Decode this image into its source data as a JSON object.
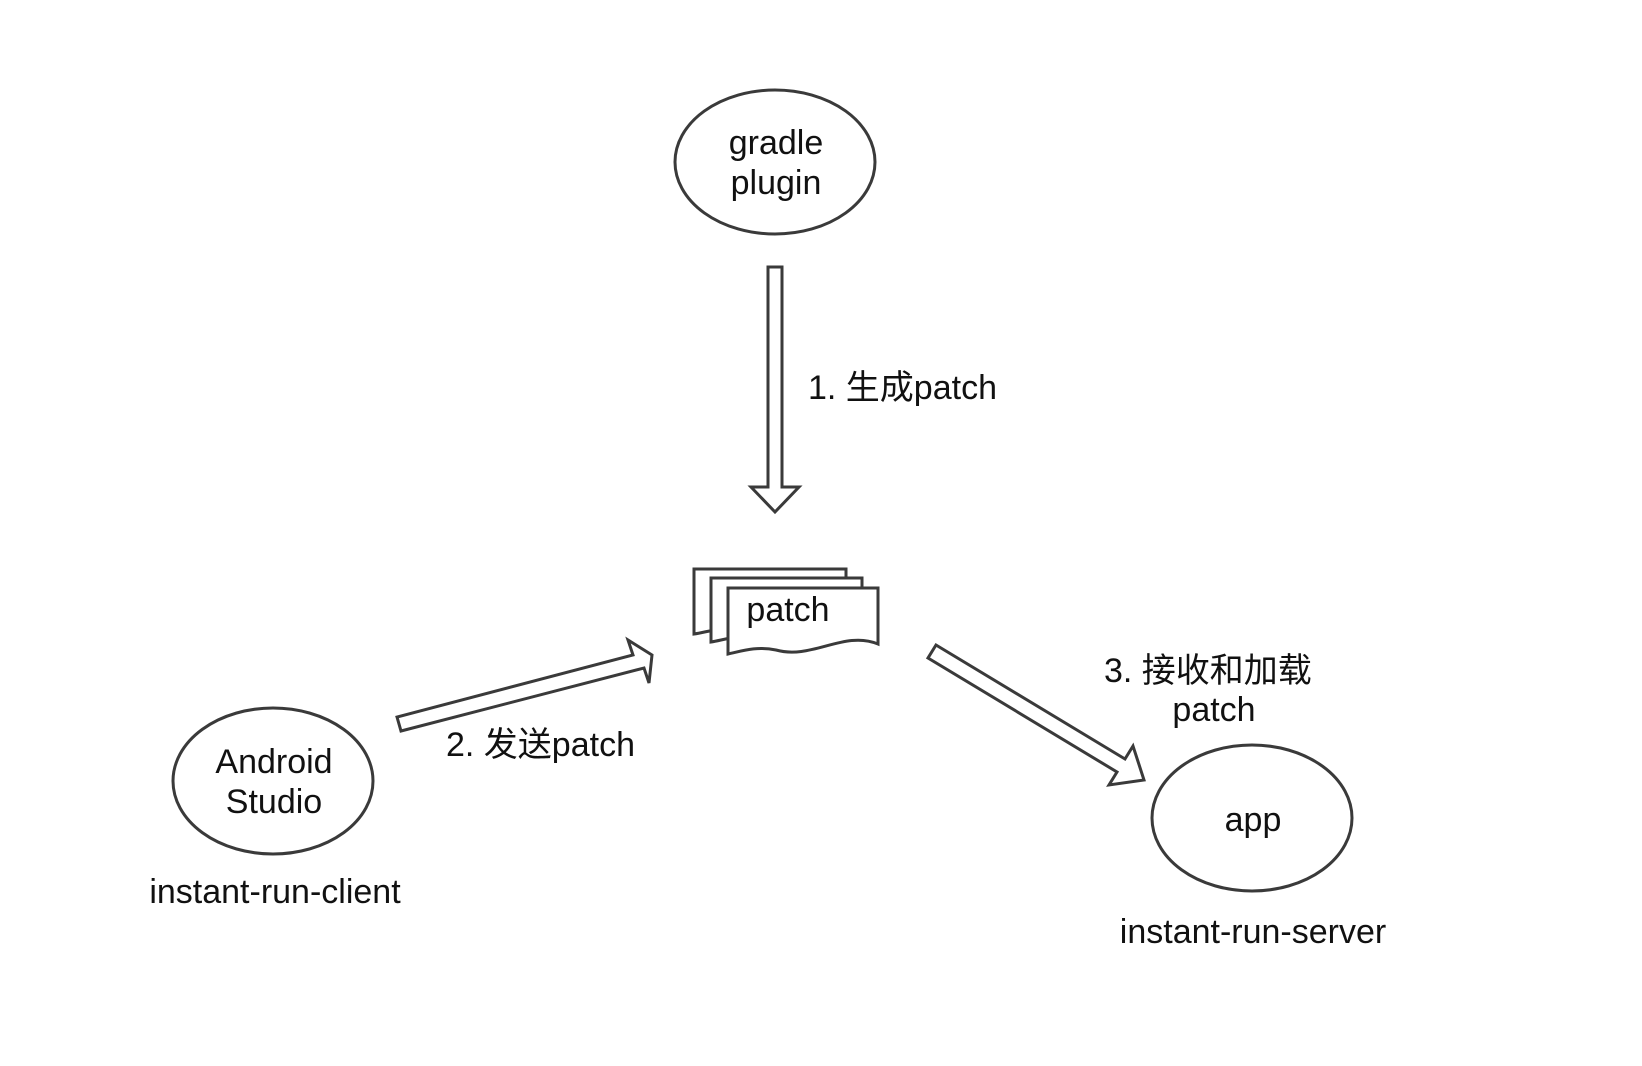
{
  "diagram": {
    "nodes": {
      "gradle": {
        "line1": "gradle",
        "line2": "plugin"
      },
      "studio": {
        "line1": "Android",
        "line2": "Studio",
        "caption": "instant-run-client"
      },
      "app": {
        "label": "app",
        "caption": "instant-run-server"
      },
      "patch": {
        "label": "patch"
      }
    },
    "steps": {
      "generate": "1. 生成patch",
      "send": "2. 发送patch",
      "receive_line1": "3. 接收和加载",
      "receive_line2": "patch"
    }
  }
}
